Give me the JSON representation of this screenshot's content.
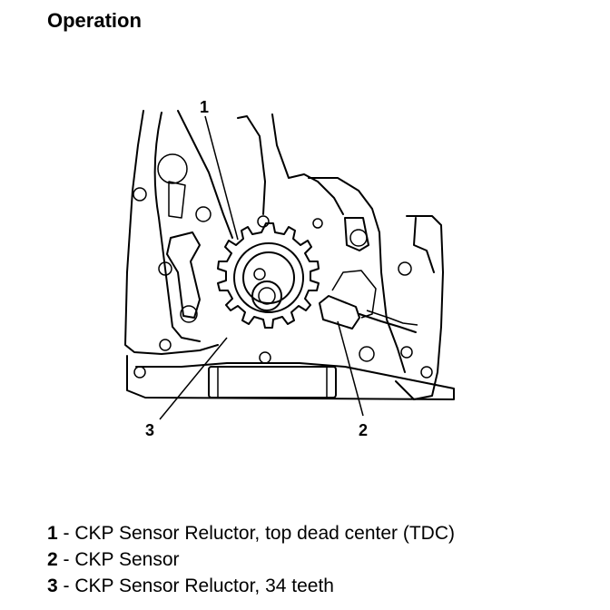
{
  "page": {
    "title": "Operation"
  },
  "figure": {
    "callouts": [
      {
        "id": "1",
        "label": "1"
      },
      {
        "id": "2",
        "label": "2"
      },
      {
        "id": "3",
        "label": "3"
      }
    ]
  },
  "legend": [
    {
      "number": "1",
      "separator": " - ",
      "text": "CKP Sensor Reluctor, top dead center (TDC)"
    },
    {
      "number": "2",
      "separator": " - ",
      "text": "CKP Sensor"
    },
    {
      "number": "3",
      "separator": " - ",
      "text": "CKP Sensor Reluctor, 34 teeth"
    }
  ]
}
